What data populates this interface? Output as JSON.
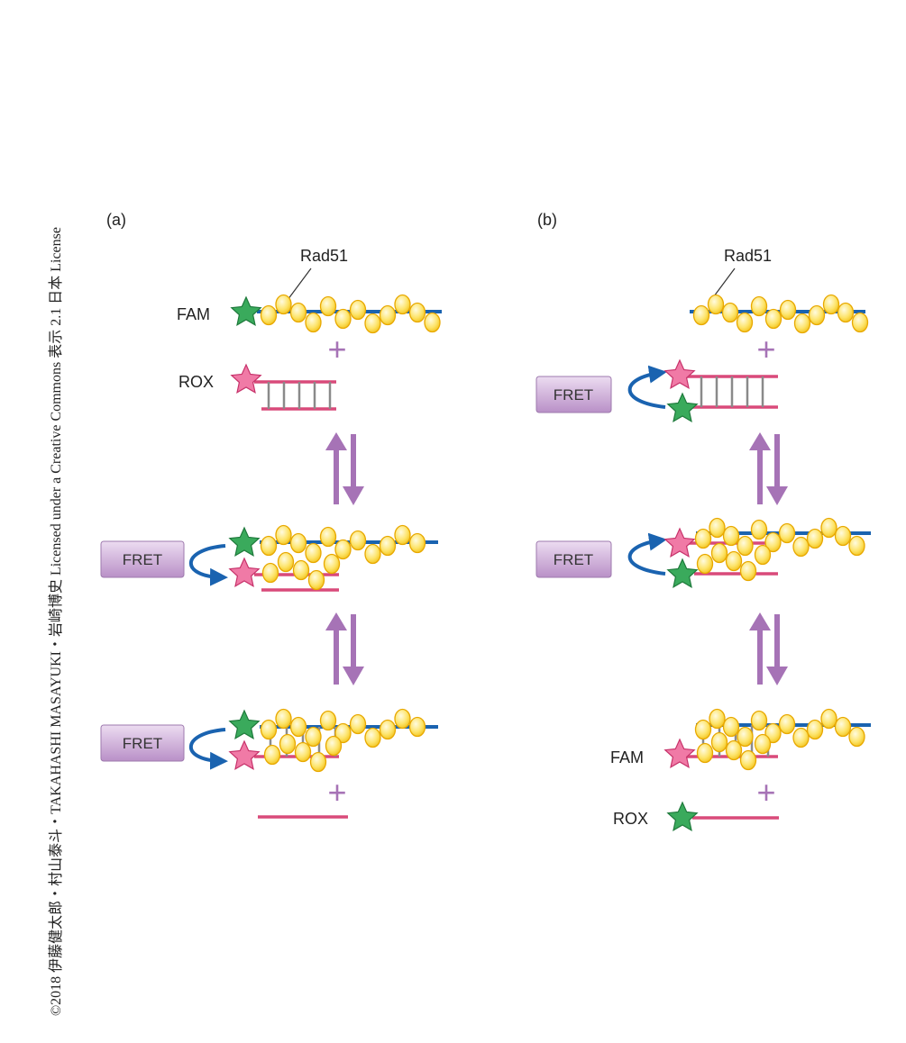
{
  "copyright": "©2018 伊藤健太郎・村山泰斗・TAKAHASHI MASAYUKI・岩崎博史 Licensed under a Creative Commons 表示 2.1 日本 License",
  "panel_a": {
    "label": "(a)",
    "rad51_label": "Rad51",
    "fam_label": "FAM",
    "rox_label": "ROX",
    "plus": "+",
    "fret": "FRET"
  },
  "panel_b": {
    "label": "(b)",
    "rad51_label": "Rad51",
    "fam_label": "FAM",
    "rox_label": "ROX",
    "plus": "+",
    "fret": "FRET"
  },
  "colors": {
    "ssDNA_blue": "#1a63b0",
    "dsDNA_pink": "#d94a7a",
    "rung_gray": "#8a8a8a",
    "rad51_fill": "#fde46a",
    "rad51_stroke": "#e8a800",
    "fam_green": "#3aaa5c",
    "rox_pink": "#f07aa6",
    "arrow_purple": "#a673b6",
    "fret_arrow_blue": "#1a63b0",
    "fret_box_fill": "#c9a7d4"
  }
}
